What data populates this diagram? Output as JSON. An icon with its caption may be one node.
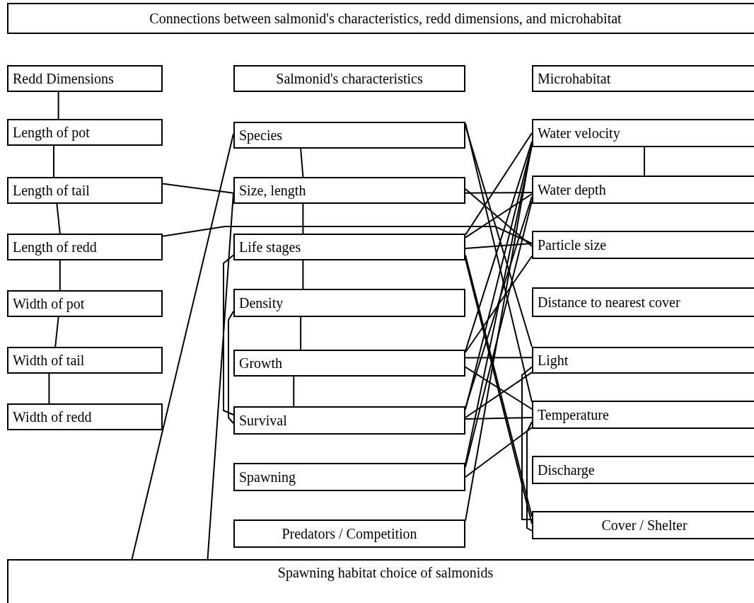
{
  "diagram": {
    "nodes": [
      {
        "text": [
          "Connections between salmonid's  characteristics, redd dimensions, and microhabitat"
        ]
      },
      {
        "text": [
          "Redd Dimensions"
        ]
      },
      {
        "text": [
          "Length of pot"
        ]
      },
      {
        "text": [
          "Length of tail"
        ]
      },
      {
        "text": [
          "Length of redd"
        ]
      },
      {
        "text": [
          "Width of pot"
        ]
      },
      {
        "text": [
          "Width of tail"
        ]
      },
      {
        "text": [
          "Width of redd"
        ]
      },
      {
        "text": [
          "Salmonid's characteristics"
        ]
      },
      {
        "text": [
          "Species"
        ]
      },
      {
        "text": [
          "Size, length"
        ]
      },
      {
        "text": [
          "Life stages"
        ]
      },
      {
        "text": [
          "Density"
        ]
      },
      {
        "text": [
          "Growth"
        ]
      },
      {
        "text": [
          "Survival"
        ]
      },
      {
        "text": [
          "Spawning"
        ]
      },
      {
        "text": [
          "Predators / Competition"
        ]
      },
      {
        "text": [
          "Microhabitat"
        ]
      },
      {
        "text": [
          "Water velocity"
        ]
      },
      {
        "text": [
          "Water depth"
        ]
      },
      {
        "text": [
          "Particle size"
        ]
      },
      {
        "text": [
          "Distance to nearest cover"
        ]
      },
      {
        "text": [
          "Light"
        ]
      },
      {
        "text": [
          "Temperature"
        ]
      },
      {
        "text": [
          "Discharge"
        ]
      },
      {
        "text": [
          "Cover / Shelter"
        ]
      },
      {
        "text": [
          "Spawning habitat choice of salmonids"
        ]
      }
    ],
    "edges": [
      {
        "from": 1,
        "to": 2,
        "arrow": "none"
      },
      {
        "from": 2,
        "to": 3,
        "arrow": "none"
      },
      {
        "from": 3,
        "to": 4,
        "arrow": "none"
      },
      {
        "from": 4,
        "to": 5,
        "arrow": "none"
      },
      {
        "from": 5,
        "to": 6,
        "arrow": "none"
      },
      {
        "from": 6,
        "to": 7,
        "arrow": "none"
      },
      {
        "from": 9,
        "to": 10,
        "arrow": "none"
      },
      {
        "from": 10,
        "to": 11,
        "arrow": "none"
      },
      {
        "from": 11,
        "to": 12,
        "arrow": "none"
      },
      {
        "from": 12,
        "to": 13,
        "arrow": "none"
      },
      {
        "from": 13,
        "to": 14,
        "arrow": "none"
      },
      {
        "from": 18,
        "to": 19,
        "arrow": "none"
      },
      {
        "from": 3,
        "to": 10,
        "arrow": "none"
      },
      {
        "from": 4,
        "to": 20,
        "arrow": "none"
      },
      {
        "from": 26,
        "to": 9,
        "arrow": "none"
      },
      {
        "from": 26,
        "to": 10,
        "arrow": "none"
      },
      {
        "from": 9,
        "to": 22,
        "arrow": "none"
      },
      {
        "from": 9,
        "to": 23,
        "arrow": "none"
      },
      {
        "from": 10,
        "to": 19,
        "arrow": "none"
      },
      {
        "from": 10,
        "to": 20,
        "arrow": "none"
      },
      {
        "from": 11,
        "to": 18,
        "arrow": "none"
      },
      {
        "from": 11,
        "to": 19,
        "arrow": "none"
      },
      {
        "from": 11,
        "to": 20,
        "arrow": "none"
      },
      {
        "from": 11,
        "to": 14,
        "arrow": "none"
      },
      {
        "from": 12,
        "to": 14,
        "arrow": "none"
      },
      {
        "from": 11,
        "to": 25,
        "arrow": "none"
      },
      {
        "from": 11,
        "to": 25,
        "arrow": "none"
      },
      {
        "from": 13,
        "to": 22,
        "arrow": "none"
      },
      {
        "from": 13,
        "to": 23,
        "arrow": "none"
      },
      {
        "from": 14,
        "to": 22,
        "arrow": "none"
      },
      {
        "from": 14,
        "to": 23,
        "arrow": "none"
      },
      {
        "from": 15,
        "to": 23,
        "arrow": "none"
      },
      {
        "from": 15,
        "to": 18,
        "arrow": "none"
      },
      {
        "from": 15,
        "to": 19,
        "arrow": "none"
      },
      {
        "from": 16,
        "to": 18,
        "arrow": "none"
      },
      {
        "from": 13,
        "to": 18,
        "arrow": "none"
      },
      {
        "from": 14,
        "to": 19,
        "arrow": "none"
      },
      {
        "from": 14,
        "to": 18,
        "arrow": "none"
      },
      {
        "from": 13,
        "to": 20,
        "arrow": "none"
      },
      {
        "from": 22,
        "to": 25,
        "arrow": "none"
      },
      {
        "from": 23,
        "to": 25,
        "arrow": "none"
      }
    ]
  }
}
